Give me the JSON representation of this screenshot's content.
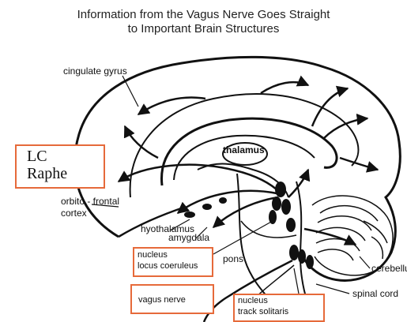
{
  "title": {
    "line1": "Information from the Vagus Nerve Goes Straight",
    "line2": "to Important Brain Structures"
  },
  "labels": {
    "cingulate_gyrus": "cingulate gyrus",
    "thalamus": "thalamus",
    "orbito_frontal_1": "orbito - frontal",
    "orbito_frontal_2": "cortex",
    "hypothalamus": "hyothalamus",
    "amygdala": "amygdala",
    "pons": "pons",
    "cerebellum": "cerebellu",
    "spinal_cord": "spinal cord"
  },
  "boxes": {
    "lc_raphe": {
      "line1": "LC",
      "line2": "Raphe"
    },
    "nucleus_locus": {
      "line1": "nucleus",
      "line2": "locus coeruleus"
    },
    "vagus_nerve": {
      "line1": "vagus nerve"
    },
    "nucleus_track": {
      "line1": "nucleus",
      "line2": "track solitaris"
    }
  },
  "colors": {
    "box_border": "#e66a3a",
    "ink": "#111111"
  }
}
